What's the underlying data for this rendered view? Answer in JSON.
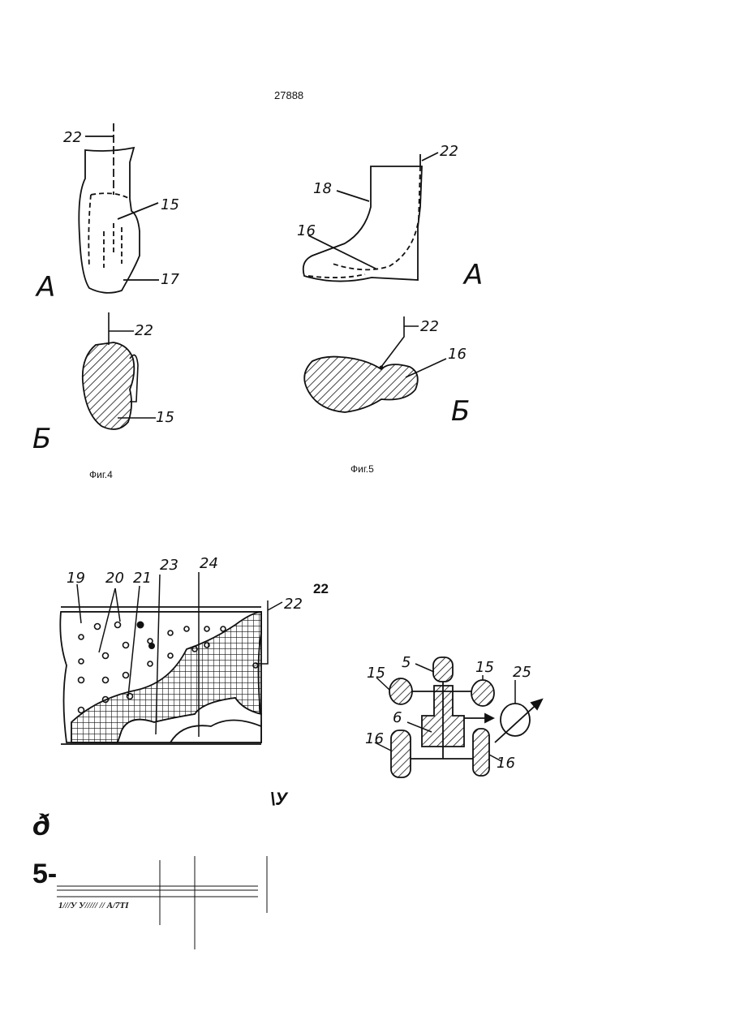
{
  "page": {
    "number": "27888"
  },
  "fig4": {
    "caption": "Фиг.4",
    "view_a": {
      "letter": "А",
      "labels": [
        "22",
        "15",
        "17"
      ]
    },
    "view_b": {
      "letter": "Б",
      "labels": [
        "22",
        "15"
      ]
    }
  },
  "fig5": {
    "caption": "Фиг.5",
    "view_a": {
      "letter": "А",
      "labels": [
        "22",
        "18",
        "16"
      ]
    },
    "view_b": {
      "letter": "Б",
      "labels": [
        "22",
        "16"
      ]
    }
  },
  "fig6": {
    "labels": [
      "19",
      "20",
      "21",
      "23",
      "24",
      "22"
    ],
    "extra_label": "22"
  },
  "fig7": {
    "labels": [
      "5",
      "15",
      "15",
      "25",
      "6",
      "16",
      "16"
    ]
  },
  "fragments": {
    "y_mark": "\\У",
    "d_mark": "ð",
    "five_mark": "5-",
    "garbled_line": "1///У У///// // А/7ТІ"
  }
}
